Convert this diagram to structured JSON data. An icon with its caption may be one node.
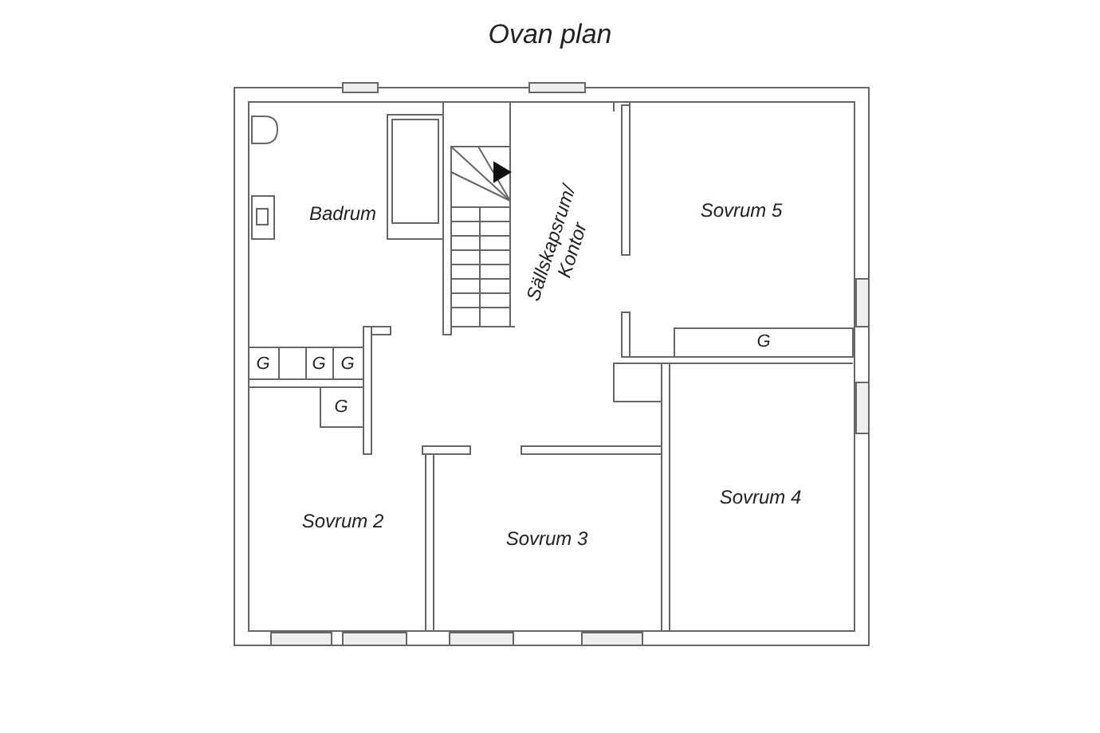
{
  "diagram": {
    "title": "Ovan plan",
    "labels": [
      "Badrum",
      "Sällskapsrum/ Kontor",
      "Sovrum 5",
      "G",
      "G",
      "G",
      "G",
      "G",
      "Sovrum 4",
      "Sovrum 2",
      "Sovrum 3"
    ]
  }
}
